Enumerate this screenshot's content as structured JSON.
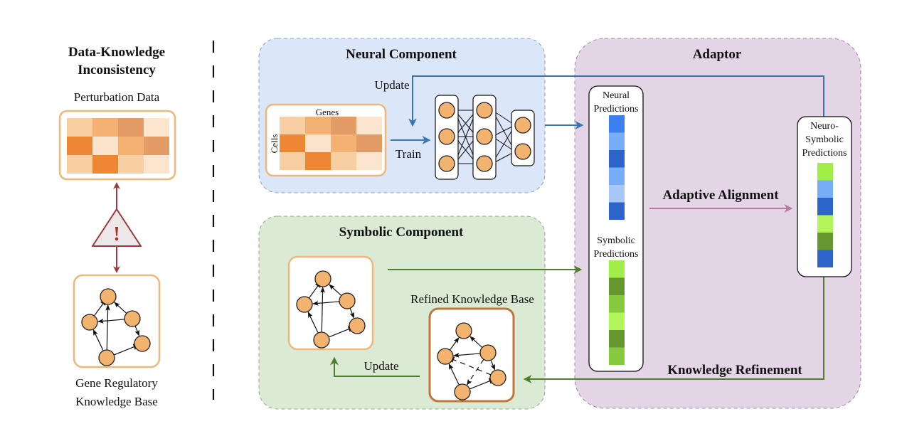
{
  "left_panel": {
    "title_line1": "Data-Knowledge",
    "title_line2": "Inconsistency",
    "perturbation_label": "Perturbation Data",
    "kb_label_line1": "Gene Regulatory",
    "kb_label_line2": "Knowledge Base",
    "warning_icon": "warning-triangle-exclamation",
    "warning_symbol": "!"
  },
  "neural_component": {
    "title": "Neural Component",
    "update_label": "Update",
    "train_label": "Train",
    "matrix_col_label": "Genes",
    "matrix_row_label": "Cells"
  },
  "symbolic_component": {
    "title": "Symbolic Component",
    "refined_kb_label": "Refined Knowledge Base",
    "update_label": "Update"
  },
  "adaptor": {
    "title": "Adaptor",
    "neural_pred_line1": "Neural",
    "neural_pred_line2": "Predictions",
    "symbolic_pred_line1": "Symbolic",
    "symbolic_pred_line2": "Predictions",
    "ns_pred_line1": "Neuro-",
    "ns_pred_line2": "Symbolic",
    "ns_pred_line3": "Predictions",
    "alignment_label": "Adaptive Alignment",
    "refinement_label": "Knowledge Refinement"
  },
  "heatmap_colors": [
    [
      "#f7cfa3",
      "#f3b274",
      "#e39c65",
      "#fbe5cf"
    ],
    [
      "#ee8733",
      "#fce4cc",
      "#f3b274",
      "#e39c65"
    ],
    [
      "#f7cfa3",
      "#ee8733",
      "#f7cfa3",
      "#fbe5cf"
    ]
  ],
  "prediction_colors": {
    "neural": [
      "#3b7ff0",
      "#78aef8",
      "#2d64c9",
      "#78aef8",
      "#a5c8f8",
      "#2d64c9"
    ],
    "symbolic": [
      "#a2ee48",
      "#66962e",
      "#86c83e",
      "#b2f45a",
      "#66962e",
      "#86c83e"
    ],
    "neuro_symbolic": [
      "#a2ee48",
      "#78aef8",
      "#2d64c9",
      "#b2f45a",
      "#66962e",
      "#2d64c9"
    ]
  },
  "colors": {
    "neural_bg": "#dbe7f8",
    "symbolic_bg": "#dbead4",
    "adaptor_bg": "#e3d5e6",
    "blue_arrow": "#3a74b0",
    "green_arrow": "#4e7e2b",
    "pink_arrow": "#b57da0",
    "warning_red": "#a0353a",
    "box_orange": "#f0b77a",
    "refined_box": "#c0773a"
  }
}
